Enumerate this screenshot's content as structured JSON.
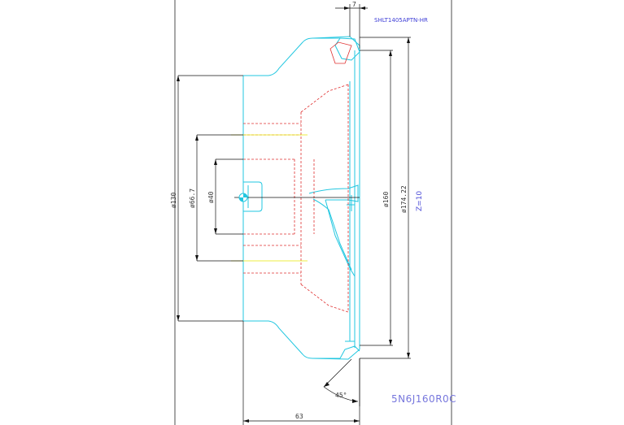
{
  "drawing": {
    "insert_code": "SHLT1405APTN-HR",
    "model_code": "5N6J160R0C",
    "teeth": "Z=10",
    "dims": {
      "width_top": "7",
      "d130": "ø130",
      "d66_7": "ø66.7",
      "d40": "ø40",
      "d160": "ø160",
      "d174": "ø174.22",
      "length": "63",
      "angle": "45°"
    },
    "colors": {
      "outline": "#22c7e0",
      "hidden": "#e03030",
      "dimension": "#111111",
      "centerline": "#e6e600",
      "annotation": "#4040d0"
    }
  }
}
